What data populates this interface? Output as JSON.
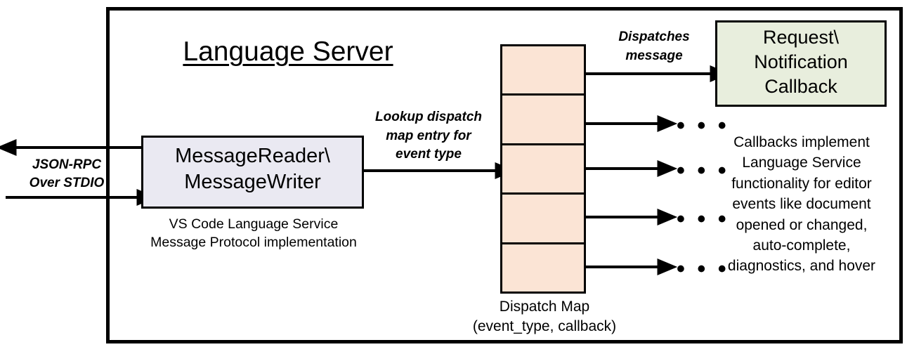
{
  "diagram": {
    "title": "Language Server",
    "outer_border_color": "#000000",
    "background": "#ffffff"
  },
  "io": {
    "label": "JSON-RPC\nOver STDIO",
    "outbound_arrow_name": "outbound-jsonrpc-arrow",
    "inbound_arrow_name": "inbound-jsonrpc-arrow"
  },
  "reader": {
    "label": "MessageReader\\\nMessageWriter",
    "caption": "VS Code Language Service\nMessage Protocol implementation",
    "fill": "#eae9f2",
    "stroke": "#000000"
  },
  "lookup": {
    "label": "Lookup dispatch\nmap entry for\nevent type"
  },
  "dispatch_map": {
    "caption": "Dispatch Map\n(event_type, callback)",
    "fill": "#fbe4d5",
    "stroke": "#000000",
    "cell_count": 5,
    "cells": [
      {
        "name": "dispatch-map-cell-1"
      },
      {
        "name": "dispatch-map-cell-2"
      },
      {
        "name": "dispatch-map-cell-3"
      },
      {
        "name": "dispatch-map-cell-4"
      },
      {
        "name": "dispatch-map-cell-5"
      }
    ]
  },
  "dispatches": {
    "label": "Dispatches\nmessage"
  },
  "callback": {
    "label": "Request\\\nNotification\nCallback",
    "caption": "Callbacks implement\nLanguage Service\nfunctionality for editor\nevents like document\nopened or changed,\nauto-complete,\ndiagnostics, and hover",
    "fill": "#e8eedd",
    "stroke": "#000000"
  },
  "ellipses": {
    "glyph": "• • •",
    "count": 4
  }
}
